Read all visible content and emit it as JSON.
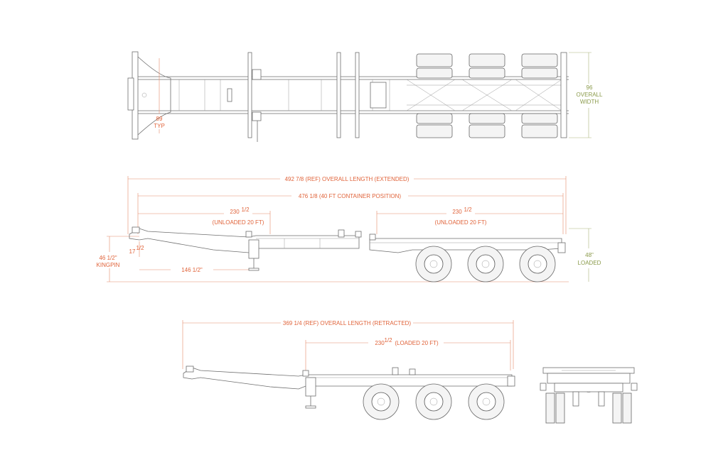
{
  "top_view": {
    "width_value": "96",
    "width_line1": "OVERALL",
    "width_line2": "WIDTH",
    "typ_value": "89",
    "typ_label": "TYP"
  },
  "side_extended": {
    "overall_length": "492 7/8 (REF) OVERALL LENGTH (EXTENDED)",
    "container_position": "476 1/8 (40 FT CONTAINER POSITION)",
    "unloaded_front_value": "230",
    "unloaded_front_frac": "1/2",
    "unloaded_front_label": "(UNLOADED 20 FT)",
    "unloaded_rear_value": "230",
    "unloaded_rear_frac": "1/2",
    "unloaded_rear_label": "(UNLOADED 20 FT)",
    "kingpin_value": "46 1/2\"",
    "kingpin_label": "KINGPIN",
    "kingpin_offset_value": "17",
    "kingpin_offset_frac": "1/2",
    "landing_gear_distance": "146 1/2\"",
    "loaded_height_value": "48\"",
    "loaded_height_label": "LOADED"
  },
  "side_retracted": {
    "overall_length": "369 1/4 (REF) OVERALL LENGTH (RETRACTED)",
    "loaded_value": "230",
    "loaded_frac": "1/2",
    "loaded_label": "(LOADED 20 FT)"
  },
  "colors": {
    "dimension_text": "#e0633a",
    "height_text": "#8a9a4a",
    "line_art": "#6e6e6e"
  }
}
